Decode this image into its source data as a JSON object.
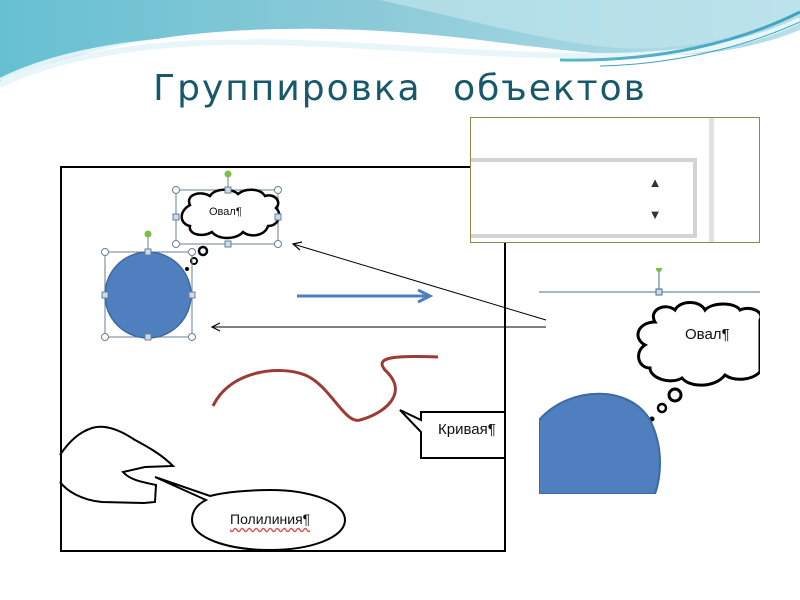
{
  "slide": {
    "title": "Группировка   объектов",
    "colors": {
      "title": "#17586b",
      "wave_dark": "#5fb4c9",
      "wave_light": "#a9dbe6",
      "oval_fill": "#4f7fbf",
      "curve_stroke": "#9e3a35",
      "blue_arrow": "#4f7fbf",
      "handle_green": "#7ac143",
      "handle_blue": "#c8dcf0"
    }
  },
  "spin_panel": {
    "up_icon": "▲",
    "down_icon": "▼"
  },
  "main_frame": {
    "cloud_callout_label": "Овал¶",
    "curve_callout_label": "Кривая¶",
    "polyline_callout_label": "Полилиния¶"
  },
  "zoom_panel": {
    "cloud_callout_label": "Овал¶"
  }
}
